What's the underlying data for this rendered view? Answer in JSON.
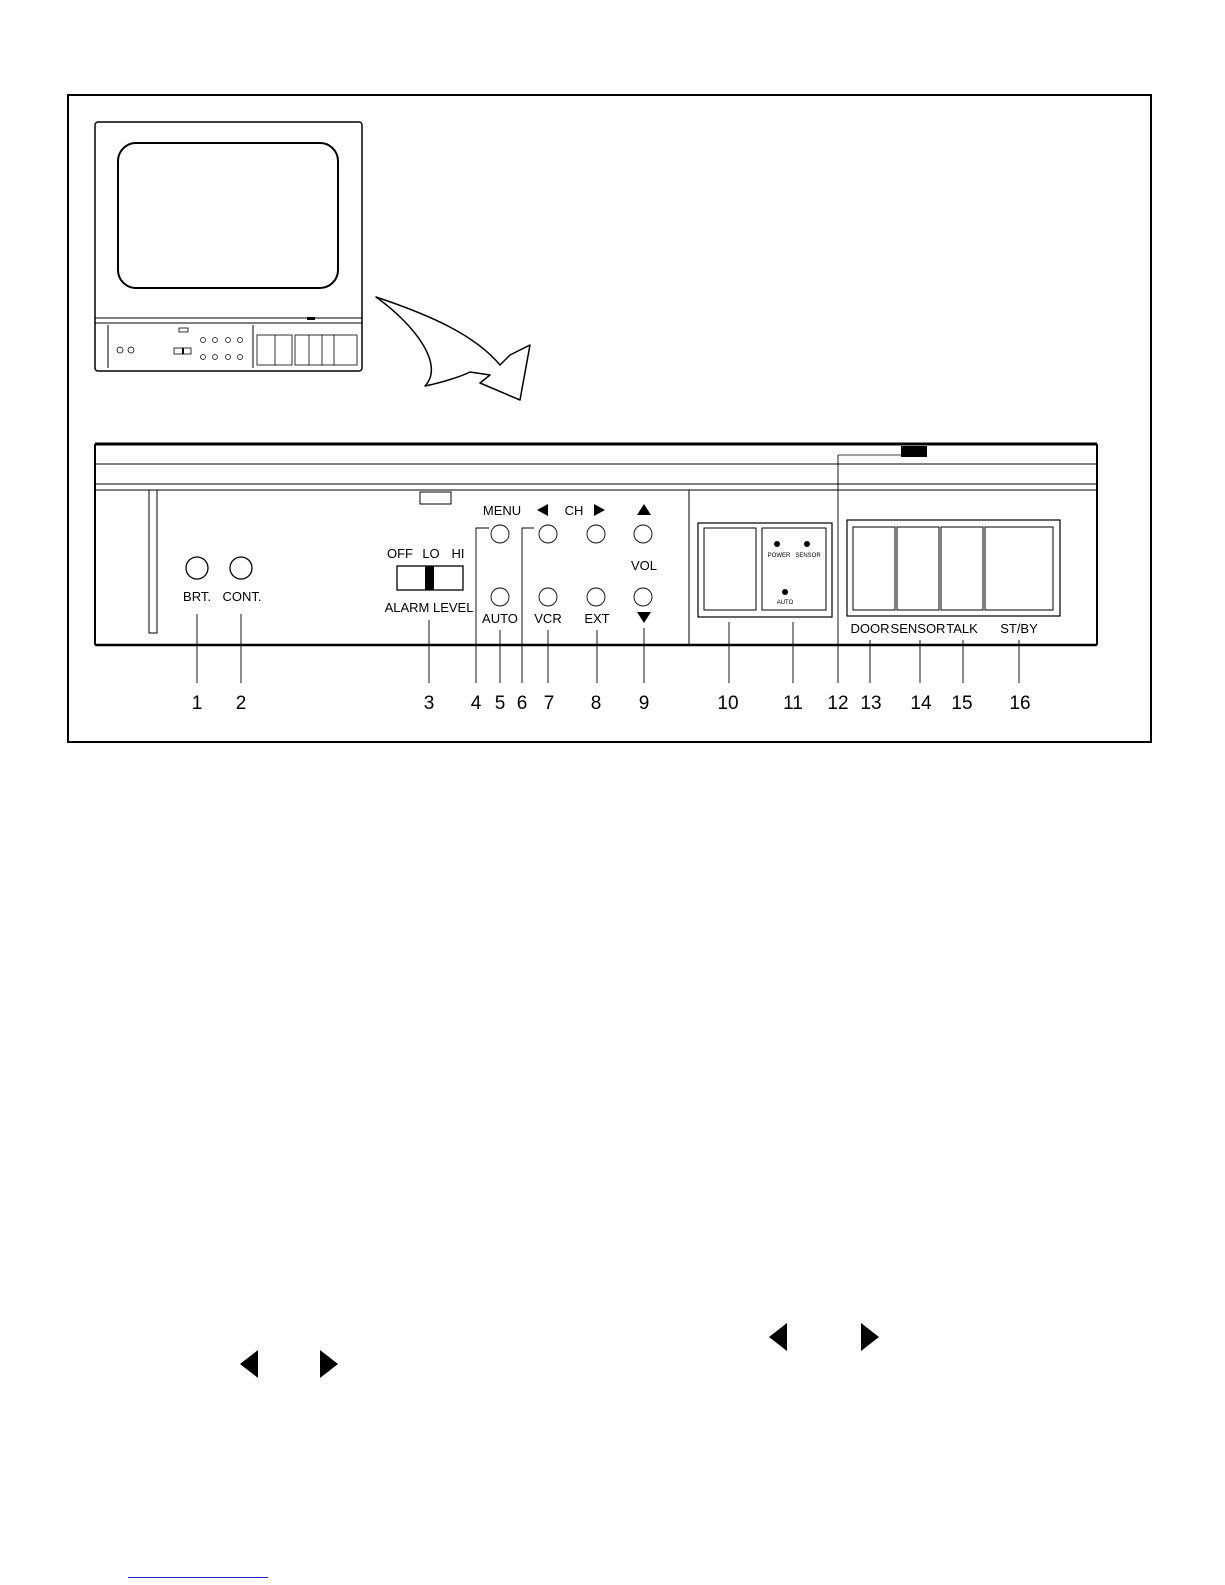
{
  "panel": {
    "knob_labels": {
      "brt": "BRT.",
      "cont": "CONT."
    },
    "alarm_switch": {
      "off": "OFF",
      "lo": "LO",
      "hi": "HI",
      "caption": "ALARM LEVEL"
    },
    "button_labels": {
      "menu": "MENU",
      "ch": "CH",
      "vol": "VOL",
      "auto": "AUTO",
      "vcr": "VCR",
      "ext": "EXT"
    },
    "indicator_labels": {
      "power": "POWER",
      "sensor": "SENSOR",
      "auto": "AUTO"
    },
    "key_labels": {
      "door": "DOOR",
      "sensor": "SENSOR",
      "talk": "TALK",
      "stby": "ST/BY"
    }
  },
  "callouts": [
    "1",
    "2",
    "3",
    "4",
    "5",
    "6",
    "7",
    "8",
    "9",
    "10",
    "11",
    "12",
    "13",
    "14",
    "15",
    "16"
  ],
  "icons": [
    "left-triangle-icon",
    "right-triangle-icon",
    "up-triangle-icon",
    "down-triangle-icon"
  ]
}
